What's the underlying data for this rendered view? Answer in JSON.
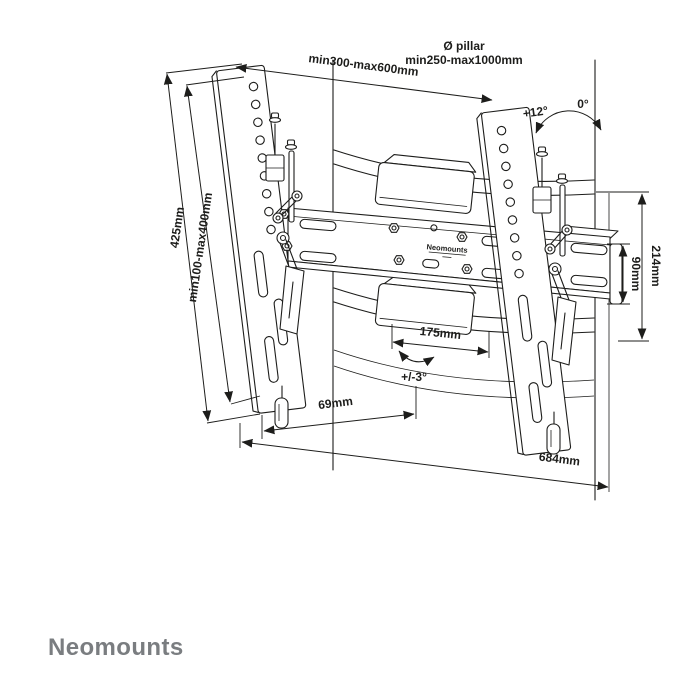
{
  "drawing": {
    "pillar_label": {
      "line1": "Ø pillar",
      "line2": "min250-max1000mm"
    },
    "dimensions": {
      "width_range": "min300-max600mm",
      "tilt_max": "+12°",
      "tilt_zero": "0°",
      "plate_height": "425mm",
      "height_range": "min100-max400mm",
      "depth_total": "214mm",
      "rail_height": "90mm",
      "clamp_width": "175mm",
      "swivel_range": "+/-3°",
      "offset_depth": "69mm",
      "total_width": "684mm"
    },
    "plate_brand": "Neomounts"
  },
  "footer": {
    "brand": "Neomounts"
  },
  "colors": {
    "line": "#1d1d1b",
    "footer_text": "#7a7d80"
  }
}
